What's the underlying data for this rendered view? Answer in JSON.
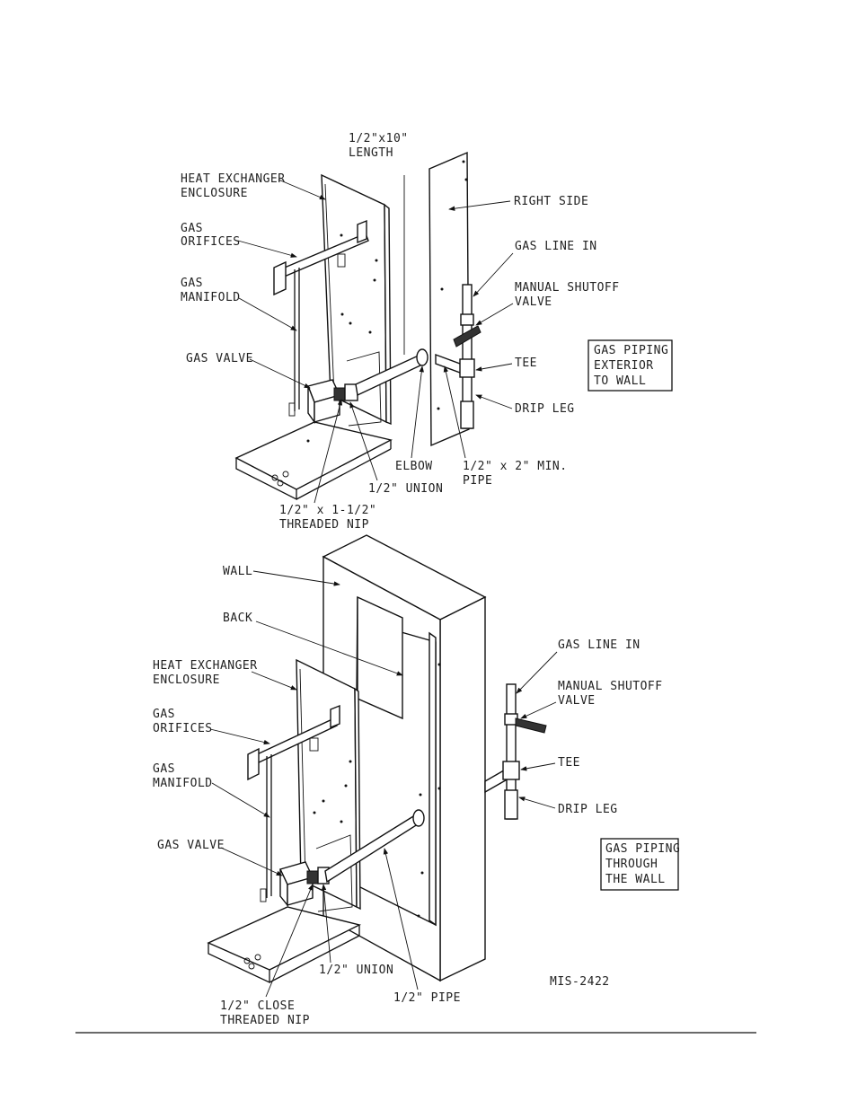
{
  "top_diagram": {
    "pipe_length_label": [
      "1/2\"x10\"",
      "LENGTH"
    ],
    "heat_exchanger": [
      "HEAT EXCHANGER",
      "ENCLOSURE"
    ],
    "gas_orifices": [
      "GAS",
      "ORIFICES"
    ],
    "gas_manifold": [
      "GAS",
      "MANIFOLD"
    ],
    "gas_valve": "GAS VALVE",
    "right_side": "RIGHT SIDE",
    "gas_line_in": "GAS LINE IN",
    "manual_shutoff": [
      "MANUAL SHUTOFF",
      "VALVE"
    ],
    "tee": "TEE",
    "drip_leg": "DRIP LEG",
    "elbow": "ELBOW",
    "union": "1/2\" UNION",
    "min_pipe": [
      "1/2\" x 2\" MIN.",
      "PIPE"
    ],
    "threaded_nip": [
      "1/2\" x 1-1/2\"",
      "THREADED NIP"
    ],
    "caption": [
      "GAS PIPING",
      "EXTERIOR",
      "TO WALL"
    ]
  },
  "bottom_diagram": {
    "wall": "WALL",
    "back": "BACK",
    "heat_exchanger": [
      "HEAT EXCHANGER",
      "ENCLOSURE"
    ],
    "gas_orifices": [
      "GAS",
      "ORIFICES"
    ],
    "gas_manifold": [
      "GAS",
      "MANIFOLD"
    ],
    "gas_valve": "GAS VALVE",
    "gas_line_in": "GAS LINE IN",
    "manual_shutoff": [
      "MANUAL SHUTOFF",
      "VALVE"
    ],
    "tee": "TEE",
    "drip_leg": "DRIP LEG",
    "union": "1/2\" UNION",
    "pipe": "1/2\" PIPE",
    "close_nip": [
      "1/2\" CLOSE",
      "THREADED NIP"
    ],
    "caption": [
      "GAS PIPING",
      "THROUGH",
      "THE WALL"
    ],
    "drawing_number": "MIS-2422"
  }
}
